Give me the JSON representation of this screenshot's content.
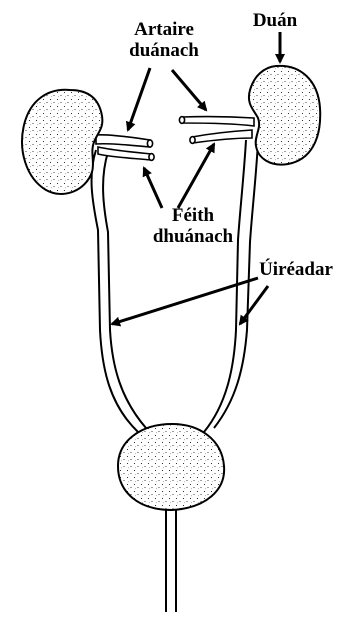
{
  "labels": {
    "artaire_line1": "Artaire",
    "artaire_line2": "duánach",
    "duan": "Duán",
    "feith_line1": "Féith",
    "feith_line2": "dhuánach",
    "uireadar": "Úiréadar"
  },
  "colors": {
    "ink": "#000000",
    "tissue": "#ffffff",
    "stipple": "#000000"
  }
}
